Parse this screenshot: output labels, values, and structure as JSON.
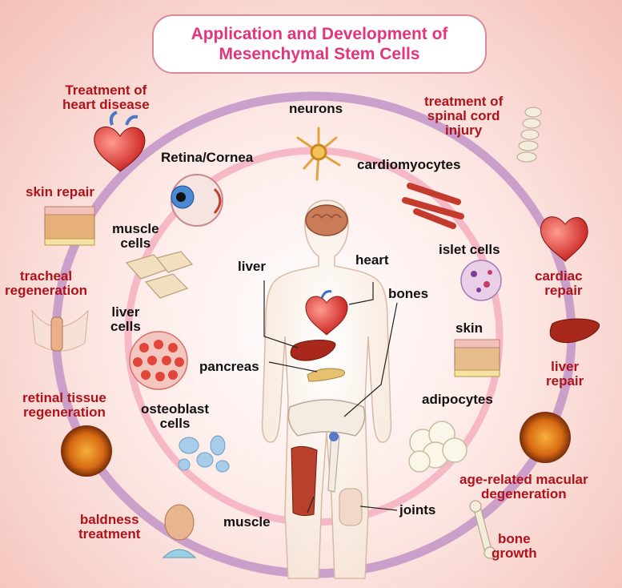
{
  "title": {
    "line1": "Application and Development of",
    "line2": "Mesenchymal Stem Cells"
  },
  "applications": {
    "heart_disease": [
      "Treatment of",
      "heart disease"
    ],
    "spinal_cord": [
      "treatment of",
      "spinal cord",
      "injury"
    ],
    "skin_repair": [
      "skin repair"
    ],
    "cardiac_repair": [
      "cardiac",
      "repair"
    ],
    "tracheal": [
      "tracheal",
      "regeneration"
    ],
    "liver_repair": [
      "liver",
      "repair"
    ],
    "retinal_tissue": [
      "retinal tissue",
      "regeneration"
    ],
    "macular": [
      "age-related macular",
      "degeneration"
    ],
    "baldness": [
      "baldness",
      "treatment"
    ],
    "bone_growth": [
      "bone",
      "growth"
    ]
  },
  "cells": {
    "neurons": "neurons",
    "retina_cornea": "Retina/Cornea",
    "cardiomyocytes": "cardiomyocytes",
    "muscle_cells": [
      "muscle",
      "cells"
    ],
    "islet_cells": "islet cells",
    "liver_cells": [
      "liver",
      "cells"
    ],
    "skin": "skin",
    "adipocytes": "adipocytes",
    "osteoblast": [
      "osteoblast",
      "cells"
    ]
  },
  "organs": {
    "liver": "liver",
    "heart": "heart",
    "bones": "bones",
    "pancreas": "pancreas",
    "muscle": "muscle",
    "joints": "joints"
  },
  "colors": {
    "title_text": "#e2357b",
    "application_text": "#b0121b",
    "cell_text": "#111111",
    "outer_ring": "#b98ac4",
    "inner_ring": "#f2a3b8"
  }
}
